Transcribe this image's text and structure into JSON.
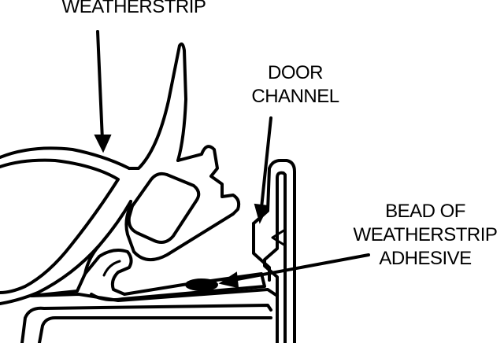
{
  "labels": {
    "weatherstrip": [
      "WEATHERSTRIP"
    ],
    "door_channel": [
      "DOOR",
      "CHANNEL"
    ],
    "bead_of_adhesive": [
      "BEAD OF",
      "WEATHERSTRIP",
      "ADHESIVE"
    ]
  },
  "colors": {
    "ink": "#000000",
    "background": "#ffffff"
  }
}
